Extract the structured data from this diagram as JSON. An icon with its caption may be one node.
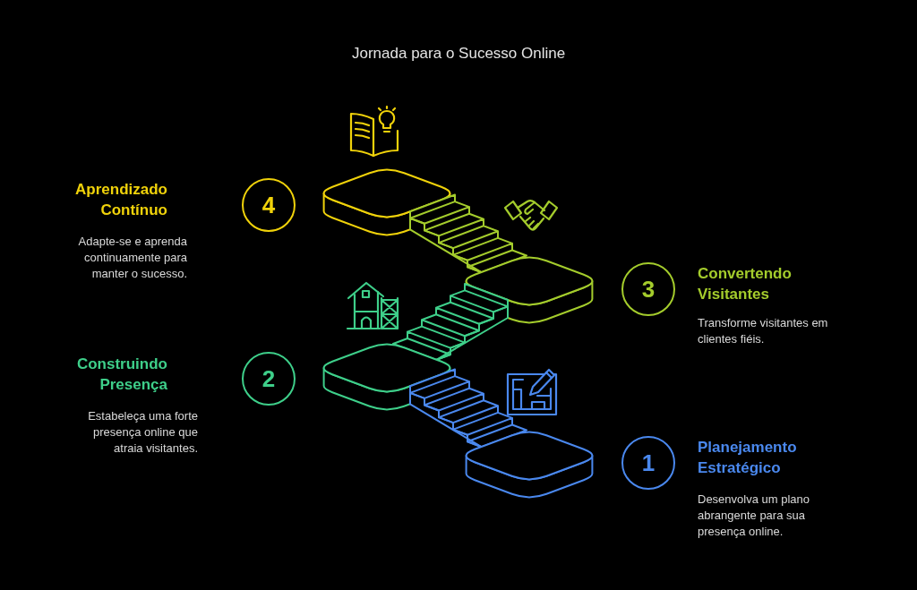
{
  "diagram": {
    "title": "Jornada para o Sucesso Online",
    "nodes": [
      {
        "text": [
          "1"
        ],
        "beside": [
          "Planejamento Estratégico",
          "Desenvolva um plano abrangente para sua presença online."
        ]
      },
      {
        "text": [
          "2"
        ],
        "beside": [
          "Construindo Presença",
          "Estabeleça uma forte presença online que atraia visitantes."
        ]
      },
      {
        "text": [
          "3"
        ],
        "beside": [
          "Convertendo Visitantes",
          "Transforme visitantes em clientes fiéis."
        ]
      },
      {
        "text": [
          "4"
        ],
        "beside": [
          "Aprendizado Contínuo",
          "Adapte-se e aprenda continuamente para manter o sucesso."
        ]
      }
    ]
  }
}
